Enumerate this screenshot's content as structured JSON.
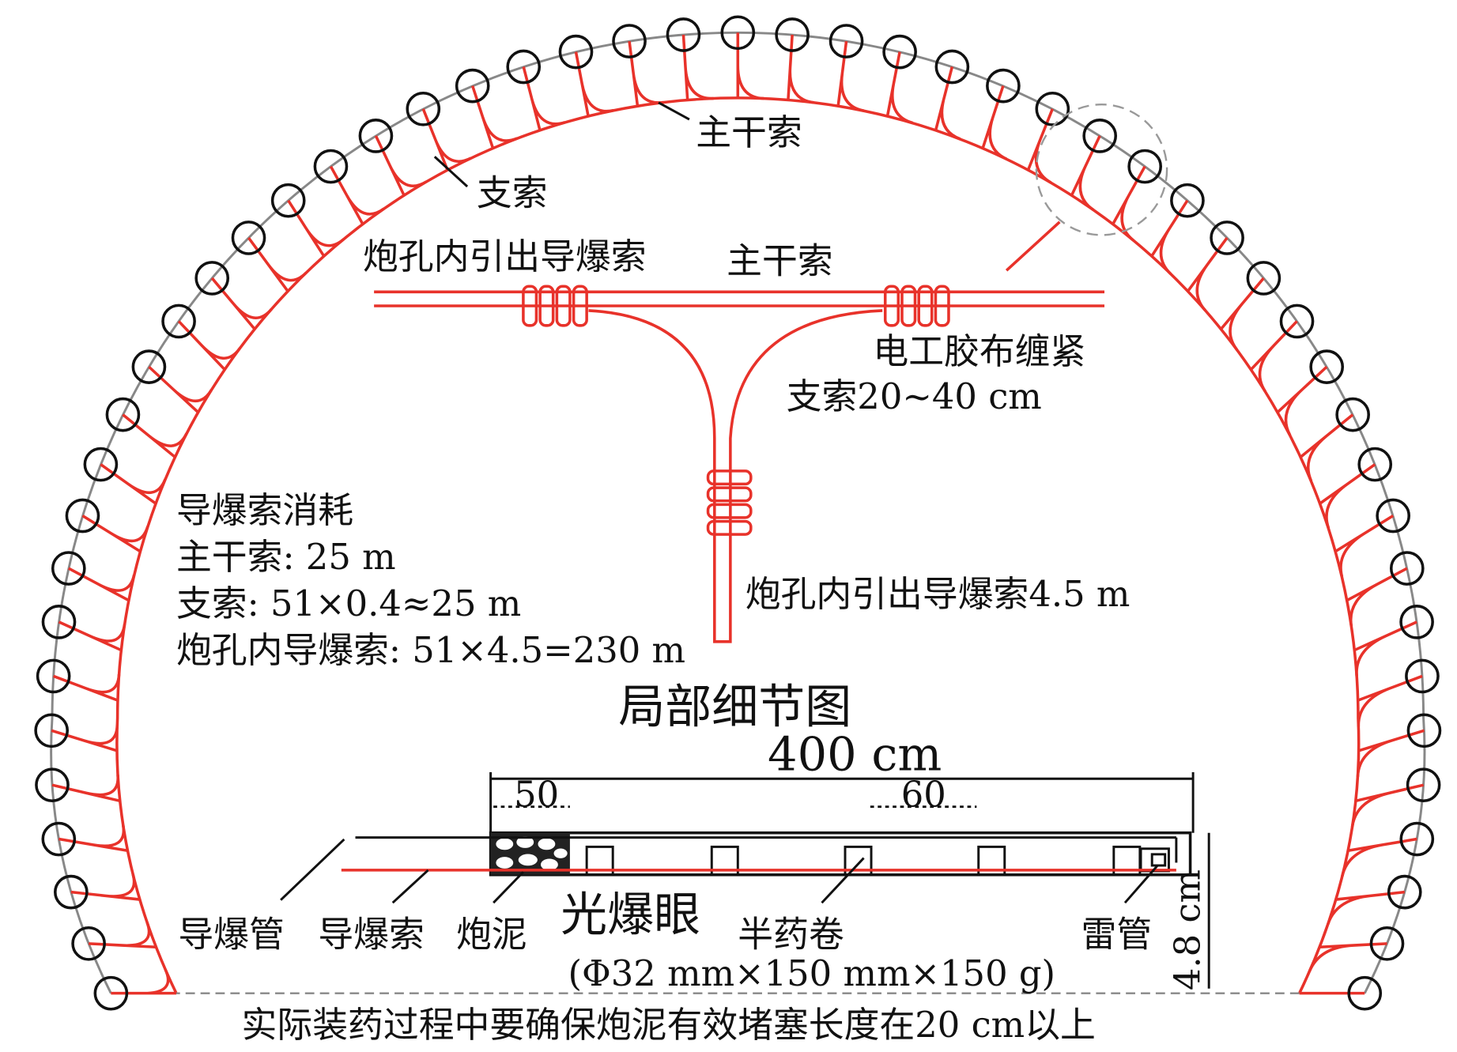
{
  "colors": {
    "detonating_cord": "#e8322a",
    "outline": "#888888",
    "ink": "#111111"
  },
  "hole_count": 51,
  "labels": {
    "main_cord_top": "主干索",
    "branch_cord": "支索",
    "hole_lead_cord": "炮孔内引出导爆索",
    "main_cord_detail": "主干索",
    "tape_wrap": "电工胶布缠紧",
    "branch_length": "支索20~40 cm",
    "hole_lead_length": "炮孔内引出导爆索4.5 m",
    "consumption_title": "导爆索消耗",
    "consumption_main": "主干索: 25 m",
    "consumption_branch": "支索: 51×0.4≈25 m",
    "consumption_hole": "炮孔内导爆索: 51×4.5=230 m",
    "detail_title": "局部细节图",
    "length_total": "400 cm",
    "dim_stemming": "50",
    "dim_spacing": "60",
    "detonating_tube": "导爆管",
    "detonating_cord": "导爆索",
    "stemming": "炮泥",
    "smooth_blast_hole": "光爆眼",
    "half_cartridge": "半药卷",
    "cartridge_spec": "(Φ32 mm×150 mm×150 g)",
    "detonator": "雷管",
    "diameter": "4.8 cm",
    "footer_note": "实际装药过程中要确保炮泥有效堵塞长度在20 cm以上"
  }
}
